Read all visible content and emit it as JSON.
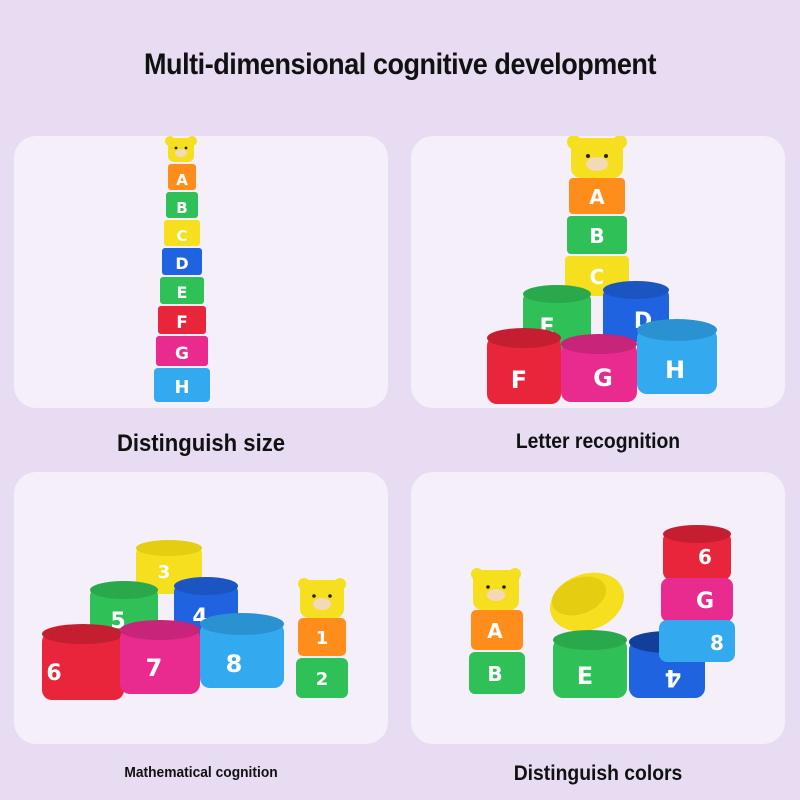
{
  "title": "Multi-dimensional cognitive development",
  "panels": [
    {
      "caption": "Distinguish size",
      "cups": [
        "A",
        "B",
        "C",
        "D",
        "E",
        "F",
        "G",
        "H"
      ]
    },
    {
      "caption": "Letter recognition",
      "cups": [
        "A",
        "B",
        "C",
        "D",
        "E",
        "F",
        "G",
        "H"
      ]
    },
    {
      "caption": "Mathematical cognition",
      "cups": [
        "1",
        "2",
        "3",
        "4",
        "5",
        "6",
        "7",
        "8"
      ]
    },
    {
      "caption": "Distinguish colors",
      "cups": [
        "A",
        "B",
        "E",
        "4",
        "6",
        "G",
        "8"
      ]
    }
  ],
  "colors": {
    "yellow": "#f6df1e",
    "orange": "#ff8d1c",
    "green": "#2fc157",
    "blue": "#1f63e0",
    "red": "#e8253a",
    "pink": "#e92b8f",
    "sky": "#33a9f0",
    "background": "#e7dcf1"
  }
}
